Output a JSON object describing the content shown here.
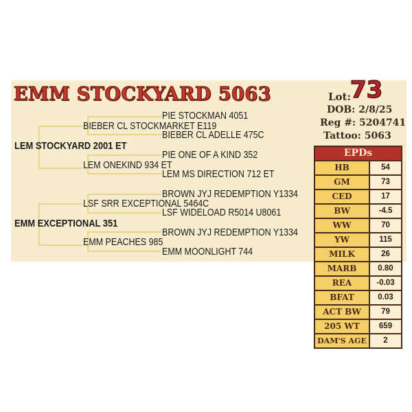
{
  "title": "EMM STOCKYARD 5063",
  "lot": {
    "label": "Lot:",
    "number": "73"
  },
  "details": {
    "dob": "DOB: 2/8/25",
    "reg": "Reg #: 5204741",
    "tattoo": "Tattoo: 5063"
  },
  "pedigree": {
    "sire": "LEM STOCKYARD 2001 ET",
    "sire_sire": "BIEBER CL STOCKMARKET E119",
    "sire_sire_sire": "PIE STOCKMAN 4051",
    "sire_sire_dam": "BIEBER CL ADELLE 475C",
    "sire_dam": "LEM ONEKIND 934 ET",
    "sire_dam_sire": "PIE ONE OF A KIND 352",
    "sire_dam_dam": "LEM MS DIRECTION 712 ET",
    "dam": "EMM EXCEPTIONAL 351",
    "dam_sire": "LSF SRR EXCEPTIONAL 5464C",
    "dam_sire_sire": "BROWN JYJ REDEMPTION Y1334",
    "dam_sire_dam": "LSF WIDELOAD R5014 U8061",
    "dam_dam": "EMM PEACHES 985",
    "dam_dam_sire": "BROWN JYJ REDEMPTION Y1334",
    "dam_dam_dam": "EMM MOONLIGHT 744"
  },
  "epds": {
    "header": "EPDs",
    "rows": [
      {
        "label": "HB",
        "value": "54"
      },
      {
        "label": "GM",
        "value": "73"
      },
      {
        "label": "CED",
        "value": "17"
      },
      {
        "label": "BW",
        "value": "-4.5"
      },
      {
        "label": "WW",
        "value": "70"
      },
      {
        "label": "YW",
        "value": "115"
      },
      {
        "label": "MILK",
        "value": "26"
      },
      {
        "label": "MARB",
        "value": "0.80"
      },
      {
        "label": "REA",
        "value": "-0.03"
      },
      {
        "label": "BFAT",
        "value": "0.03"
      },
      {
        "label": "ACT BW",
        "value": "79"
      },
      {
        "label": "205 WT",
        "value": "659"
      },
      {
        "label": "DAM'S AGE",
        "value": "2"
      }
    ]
  },
  "colors": {
    "background": "#f8ecce",
    "title_red": "#c0392b",
    "epd_header": "#b3332a",
    "epd_label": "#f6cf66",
    "epd_value": "#fbf0d4",
    "border": "#4a2a1a",
    "bracket_lines": "#ecd487"
  }
}
